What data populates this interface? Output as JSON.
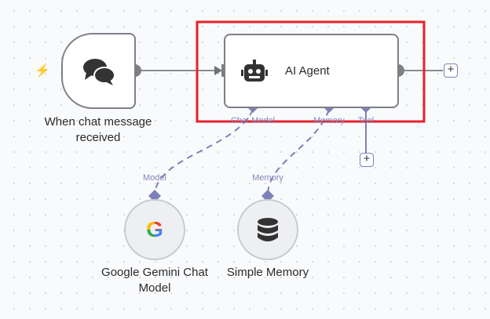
{
  "nodes": {
    "trigger": {
      "label": "When chat message received",
      "icon": "chat-bubbles-icon"
    },
    "agent": {
      "label": "AI Agent",
      "icon": "robot-icon",
      "ports": {
        "chat_model": "Chat Model",
        "memory": "Memory",
        "tool": "Tool"
      }
    },
    "gemini": {
      "label": "Google Gemini Chat Model",
      "port": "Model",
      "icon": "google-icon"
    },
    "memory": {
      "label": "Simple Memory",
      "port": "Memory",
      "icon": "database-icon"
    }
  },
  "add_label": "+",
  "colors": {
    "highlight": "#e8202a",
    "port": "#7d80b8",
    "trigger": "#ff6d5a"
  }
}
